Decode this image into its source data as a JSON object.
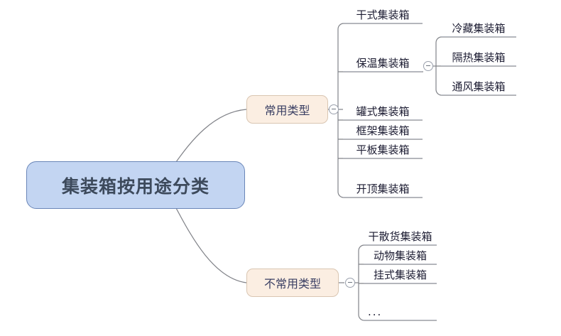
{
  "diagram": {
    "type": "mindmap",
    "title": "集装箱按用途分类",
    "background_color": "#ffffff",
    "root": {
      "label": "集装箱按用途分类",
      "fill_color": "#c3d5f2",
      "border_color": "#6a86b8",
      "text_color": "#3d4a5c"
    },
    "branches": [
      {
        "label": "常用类型",
        "fill_color": "#fbeee2",
        "border_color": "#d9c6b2",
        "text_color": "#3a3f63",
        "collapse_icon": "minus-circle-icon",
        "children": [
          {
            "label": "干式集装箱"
          },
          {
            "label": "保温集装箱",
            "collapse_icon": "minus-circle-icon",
            "children": [
              {
                "label": "冷藏集装箱"
              },
              {
                "label": "隔热集装箱"
              },
              {
                "label": "通风集装箱"
              }
            ]
          },
          {
            "label": "罐式集装箱"
          },
          {
            "label": "框架集装箱"
          },
          {
            "label": "平板集装箱"
          },
          {
            "label": "开顶集装箱"
          }
        ]
      },
      {
        "label": "不常用类型",
        "fill_color": "#fbeee2",
        "border_color": "#d9c6b2",
        "text_color": "#3a3f63",
        "collapse_icon": "minus-circle-icon",
        "children": [
          {
            "label": "干散货集装箱"
          },
          {
            "label": "动物集装箱"
          },
          {
            "label": "挂式集装箱"
          },
          {
            "label": "..."
          }
        ]
      }
    ]
  }
}
